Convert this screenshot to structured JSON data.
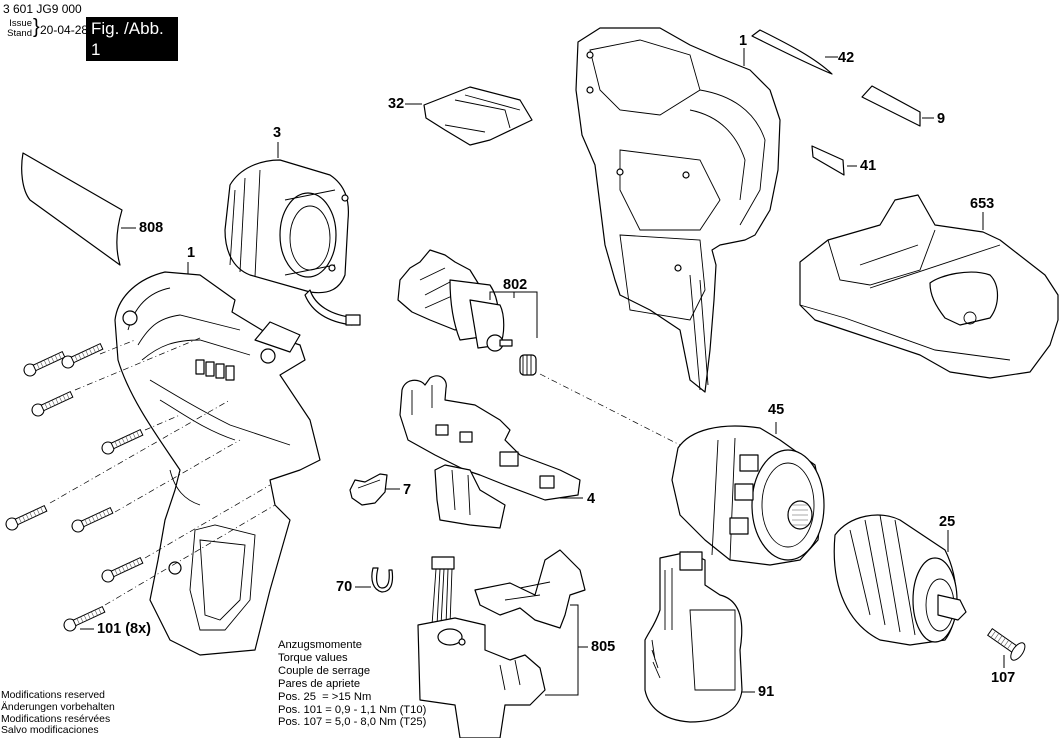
{
  "header": {
    "part_number": "3 601 JG9 000",
    "issue_label_line1": "Issue",
    "issue_label_line2": "Stand",
    "brace": "}",
    "date": "20-04-28",
    "figure_label": "Fig. /Abb. 1"
  },
  "callouts": [
    {
      "id": "1",
      "part": "housing-left"
    },
    {
      "id": "1",
      "part": "housing-right"
    },
    {
      "id": "3",
      "part": "stator"
    },
    {
      "id": "4",
      "part": "electronics-module"
    },
    {
      "id": "7",
      "part": "direction-switch"
    },
    {
      "id": "9",
      "part": "label-9"
    },
    {
      "id": "25",
      "part": "keyless-chuck"
    },
    {
      "id": "32",
      "part": "slide-cover"
    },
    {
      "id": "41",
      "part": "label-41"
    },
    {
      "id": "42",
      "part": "label-42"
    },
    {
      "id": "45",
      "part": "gearbox"
    },
    {
      "id": "70",
      "part": "spring-clip"
    },
    {
      "id": "91",
      "part": "battery-pack"
    },
    {
      "id": "101 (8x)",
      "part": "housing-screws"
    },
    {
      "id": "107",
      "part": "chuck-screw"
    },
    {
      "id": "653",
      "part": "battery-charger"
    },
    {
      "id": "802",
      "part": "motor-with-pinion"
    },
    {
      "id": "805",
      "part": "switch-assembly"
    },
    {
      "id": "808",
      "part": "nameplate"
    }
  ],
  "torque_notes": {
    "lines": [
      "Anzugsmomente",
      "Torque values",
      "Couple de serrage",
      "Pares de apriete",
      "Pos. 25  = >15 Nm",
      "Pos. 101 = 0,9 - 1,1 Nm (T10)",
      "Pos. 107 = 5,0 - 8,0 Nm (T25)"
    ]
  },
  "modifications_notice": {
    "lines": [
      "Modifications reserved",
      "Änderungen vorbehalten",
      "Modifications resérvées",
      "Salvo modificaciones"
    ]
  }
}
